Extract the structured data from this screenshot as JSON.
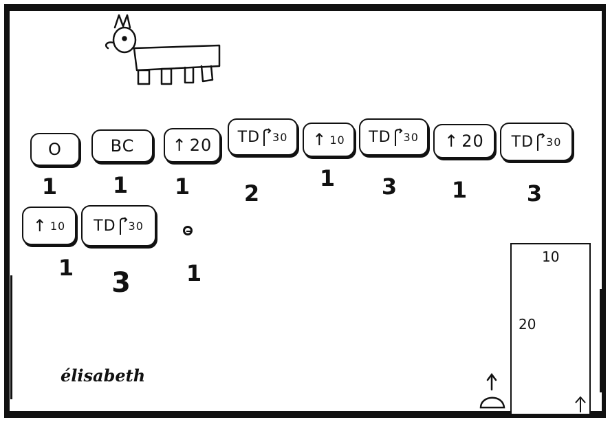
{
  "program": {
    "row1": [
      {
        "label": "O"
      },
      {
        "label": "BC"
      },
      {
        "arrow": "↑",
        "value": "20"
      },
      {
        "label": "TD",
        "value": "30"
      },
      {
        "arrow": "↑",
        "value": "10"
      },
      {
        "label": "TD",
        "value": "30"
      },
      {
        "arrow": "↑",
        "value": "20"
      },
      {
        "label": "TD",
        "value": "30"
      }
    ],
    "row2": [
      {
        "arrow": "↑",
        "value": "10"
      },
      {
        "label": "TD",
        "value": "30"
      }
    ]
  },
  "counts": {
    "row1": [
      "1",
      "1",
      "1",
      "2",
      "1",
      "3",
      "1",
      "3"
    ],
    "row2": [
      "1",
      "3",
      "1"
    ]
  },
  "path_panel": {
    "top_label": "10",
    "mid_label": "20"
  },
  "signature": "élisabeth",
  "icons": [
    "donkey-drawing",
    "turtle-icon",
    "stop-icon",
    "rotate-arrow-icon",
    "up-arrow-icon"
  ]
}
